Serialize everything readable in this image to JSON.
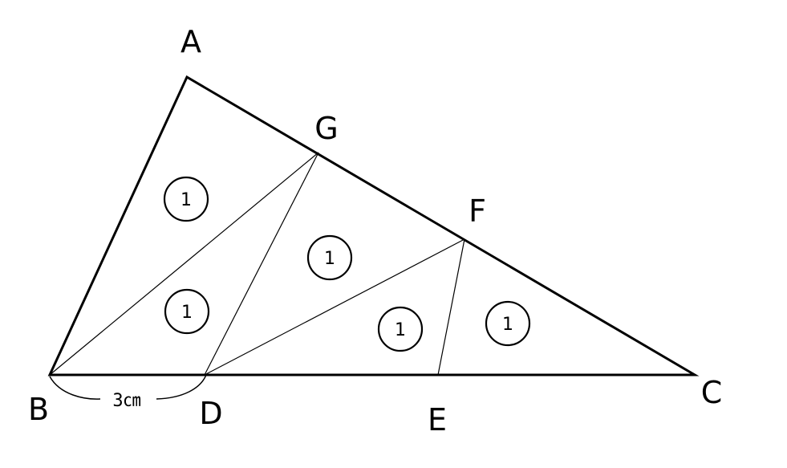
{
  "vertices": {
    "A": "A",
    "B": "B",
    "C": "C",
    "D": "D",
    "E": "E",
    "F": "F",
    "G": "G"
  },
  "regions": [
    {
      "id": "ABG",
      "area_label": "1"
    },
    {
      "id": "BDG",
      "area_label": "1"
    },
    {
      "id": "DFG",
      "area_label": "1"
    },
    {
      "id": "DEF",
      "area_label": "1"
    },
    {
      "id": "EFC",
      "area_label": "1"
    }
  ],
  "segment_BD": {
    "length_label": "3㎝"
  }
}
